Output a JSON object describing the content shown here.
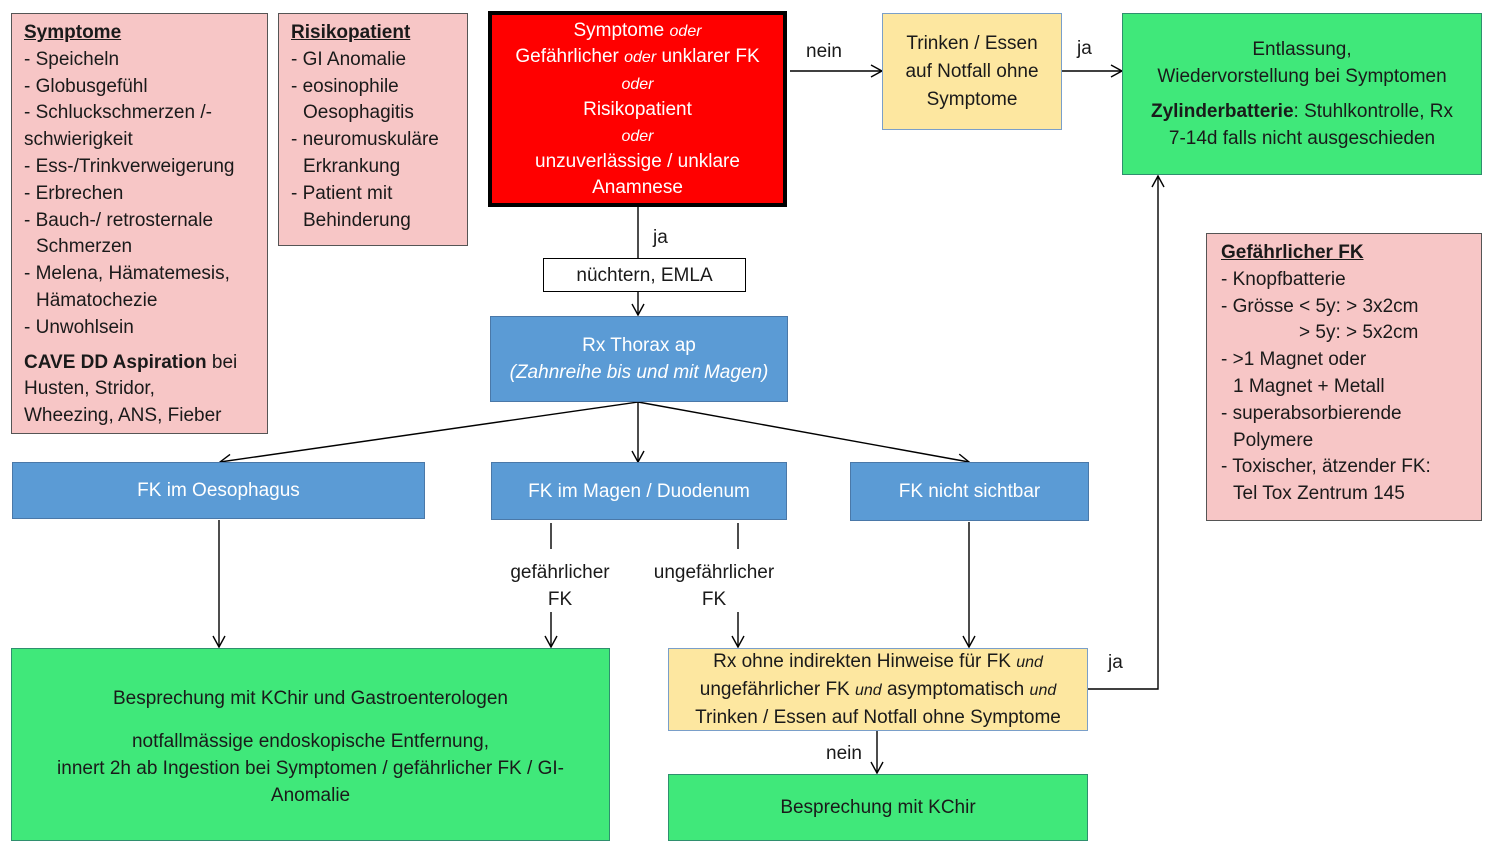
{
  "symptome_box": {
    "title": "Symptome",
    "items": [
      "- Speicheln",
      "- Globusgefühl",
      "- Schluckschmerzen /-",
      "schwierigkeit",
      "- Ess-/Trinkverweigerung",
      "- Erbrechen",
      "- Bauch-/ retrosternale",
      "Schmerzen",
      "- Melena, Hämatemesis,",
      "Hämatochezie",
      "- Unwohlsein"
    ],
    "cave_bold": "CAVE DD Aspiration",
    "cave_rest_1": " bei",
    "cave_line_2": "Husten,  Stridor,",
    "cave_line_3": "Wheezing, ANS, Fieber"
  },
  "risiko_box": {
    "title": "Risikopatient",
    "items": [
      "- GI Anomalie",
      "- eosinophile",
      "Oesophagitis",
      "- neuromuskuläre",
      "Erkrankung",
      "- Patient mit",
      "Behinderung"
    ]
  },
  "decision_box": {
    "line1": "Symptome",
    "or1": "oder",
    "line2a": "Gefährlicher",
    "or2": "oder",
    "line2b": "unklarer FK",
    "or3": "oder",
    "line3": "Risikopatient",
    "or4": "oder",
    "line4": "unzuverlässige / unklare",
    "line5": "Anamnese"
  },
  "trinken_box": {
    "line1": "Trinken / Essen",
    "line2": "auf Notfall ohne",
    "line3": "Symptome"
  },
  "entlassung_box": {
    "line1": "Entlassung,",
    "line2": "Wiedervorstellung bei Symptomen",
    "bold": "Zylinderbatterie",
    "rest": ": Stuhlkontrolle, Rx",
    "line4": "7-14d falls nicht ausgeschieden"
  },
  "gefaehrlich_box": {
    "title": "Gefährlicher FK",
    "items": [
      "- Knopfbatterie",
      "- Grösse < 5y: > 3x2cm",
      "> 5y: > 5x2cm",
      "- >1 Magnet oder",
      "1 Magnet + Metall",
      "- superabsorbierende",
      "Polymere",
      "- Toxischer, ätzender FK:",
      "Tel Tox Zentrum 145"
    ]
  },
  "nuechtern_box": {
    "text": "nüchtern, EMLA"
  },
  "rx_thorax_box": {
    "line1": "Rx Thorax ap",
    "line2": "(Zahnreihe bis und mit Magen)"
  },
  "fk_oesophagus_box": {
    "text": "FK im Oesophagus"
  },
  "fk_magen_box": {
    "text": "FK im Magen / Duodenum"
  },
  "fk_nicht_box": {
    "text": "FK nicht sichtbar"
  },
  "besprechung_gastro_box": {
    "line1": "Besprechung mit KChir und Gastroenterologen",
    "line2": "notfallmässige endoskopische Entfernung,",
    "line3": "innert 2h ab Ingestion bei Symptomen / gefährlicher FK / GI-",
    "line4": "Anomalie"
  },
  "rx_ohne_box": {
    "a": "Rx ohne indirekten Hinweise für FK",
    "und1": "und",
    "b": "ungefährlicher FK",
    "und2": "und",
    "c": "asymptomatisch",
    "und3": "und",
    "d": "Trinken / Essen auf Notfall ohne Symptome"
  },
  "besprechung_kchir_box": {
    "text": "Besprechung mit KChir"
  },
  "labels": {
    "nein_top": "nein",
    "ja_top": "ja",
    "ja_decision": "ja",
    "gefaehrlicher_fk_1": "gefährlicher",
    "gefaehrlicher_fk_2": "FK",
    "ungefaehrlicher_fk_1": "ungefährlicher",
    "ungefaehrlicher_fk_2": "FK",
    "ja_right": "ja",
    "nein_bottom": "nein"
  }
}
